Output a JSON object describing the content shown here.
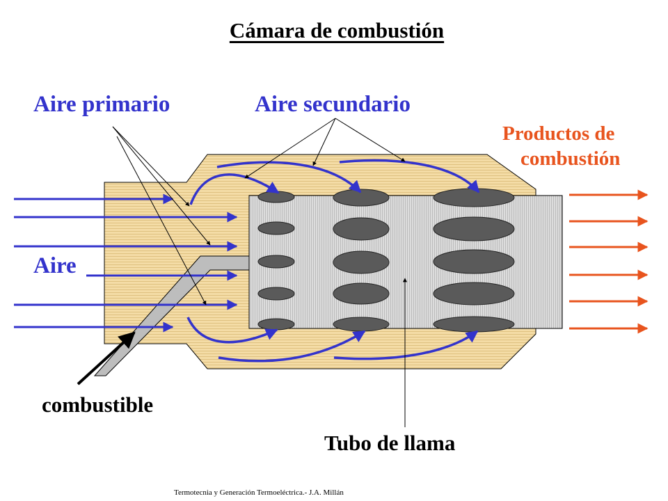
{
  "title": "Cámara de combustión",
  "labels": {
    "aire_primario": "Aire primario",
    "aire_secundario": "Aire secundario",
    "productos_line1": "Productos de",
    "productos_line2": "combustión",
    "aire": "Aire",
    "combustible": "combustible",
    "tubo_de_llama": "Tubo de llama"
  },
  "footer": "Termotecnia y Generación Termoeléctrica.- J.A. Millán",
  "colors": {
    "air_blue": "#3333cc",
    "products_orange": "#e8541e",
    "casing_fill": "#f2d9a0",
    "casing_line": "#c8a85a",
    "tube_fill": "#d4d4d4",
    "hole_fill": "#555555"
  }
}
